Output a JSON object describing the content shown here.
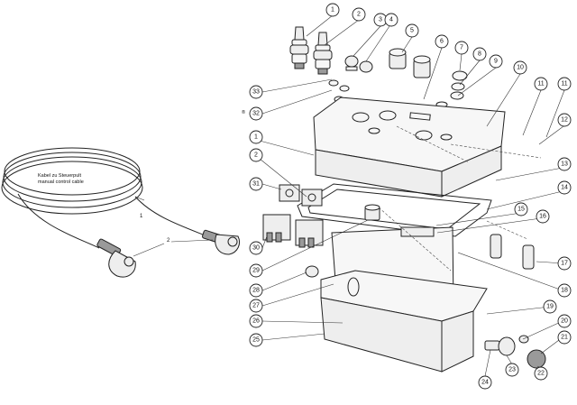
{
  "cable_caption": {
    "line1": "Kabel zu Steuerpult",
    "line2": "manual control cable"
  },
  "cable_callouts": [
    "1",
    "2"
  ],
  "corner_mark": "®",
  "callouts": [
    "1",
    "2",
    "3",
    "4",
    "5",
    "6",
    "7",
    "8",
    "9",
    "10",
    "11",
    "11",
    "12",
    "13",
    "14",
    "15",
    "16",
    "17",
    "18",
    "19",
    "20",
    "21",
    "22",
    "23",
    "24",
    "25",
    "26",
    "27",
    "28",
    "29",
    "30",
    "31",
    "32",
    "33",
    "1",
    "2"
  ]
}
